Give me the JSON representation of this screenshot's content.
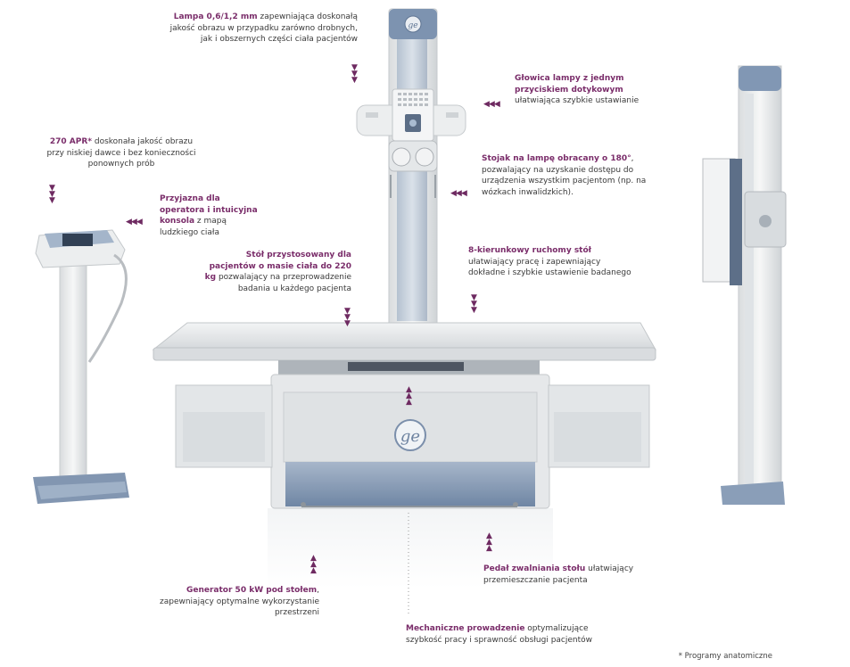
{
  "annotations": {
    "lampa": {
      "bold": "Lampa 0,6/1,2 mm",
      "text": " zapewniająca doskonałą jakość obrazu w przypadku zarówno drobnych, jak i obszernych części ciała pacjentów"
    },
    "glowica": {
      "bold": "Głowica lampy z jednym przyciskiem dotykowym",
      "text": " ułatwiająca szybkie ustawianie"
    },
    "apr": {
      "bold": "270 APR*",
      "text": " doskonała jakość obrazu przy niskiej dawce i bez konieczności ponownych prób"
    },
    "stojak": {
      "bold": "Stojak na lampę obracany o 180°",
      "text": ", pozwalający na uzyskanie dostępu do urządzenia wszystkim pacjentom (np. na wózkach inwalidzkich)."
    },
    "konsola": {
      "bold": "Przyjazna dla operatora i intuicyjna konsola",
      "text": " z mapą ludzkiego ciała"
    },
    "stol": {
      "bold": "Stół przystosowany dla pacjentów o masie ciała do 220 kg",
      "text": " pozwalający na przeprowadzenie badania u każdego pacjenta"
    },
    "ruchomy": {
      "bold": "8-kierunkowy ruchomy stół",
      "text": " ułatwiający pracę i zapewniający dokładne i szybkie ustawienie badanego"
    },
    "pedal": {
      "bold": "Pedał zwalniania stołu",
      "text": " ułatwiający przemieszczanie pacjenta"
    },
    "generator": {
      "bold": "Generator 50 kW pod stołem",
      "text": ", zapewniający optymalne wykorzystanie przestrzeni"
    },
    "prowadzenie": {
      "bold": "Mechaniczne prowadzenie",
      "text": " optymalizujące szybkość pracy i sprawność obsługi pacjentów"
    }
  },
  "footnote": "* Programy anatomiczne",
  "icons": {
    "down": "triangle-down",
    "up": "triangle-up",
    "left": "triangle-left"
  },
  "colors": {
    "accent": "#7a2d6a",
    "steel_blue": "#7f96b4",
    "body_grey": "#e8eaeb"
  }
}
